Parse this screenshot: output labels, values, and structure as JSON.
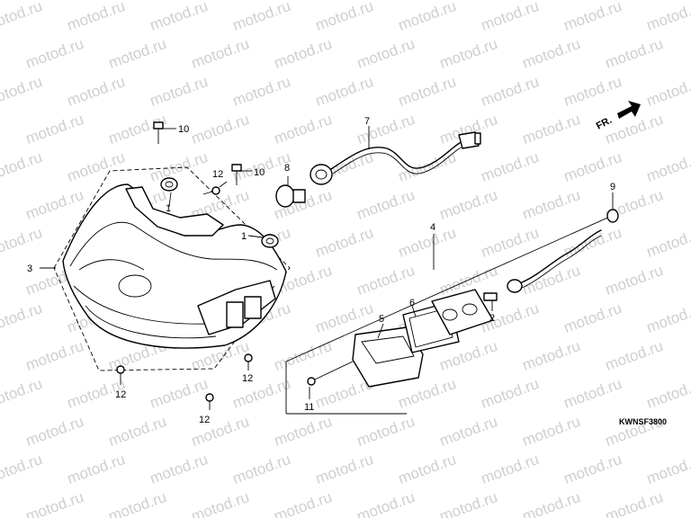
{
  "watermark": "motod.ru",
  "diagram_code": "KWNSF3800",
  "front_indicator": "FR.",
  "callouts": {
    "c1a": "1",
    "c1b": "1",
    "c2": "2",
    "c3": "3",
    "c4": "4",
    "c5": "5",
    "c6": "6",
    "c7": "7",
    "c8": "8",
    "c9": "9",
    "c10a": "10",
    "c10b": "10",
    "c11": "11",
    "c12a": "12",
    "c12b": "12",
    "c12c": "12",
    "c12d": "12"
  }
}
